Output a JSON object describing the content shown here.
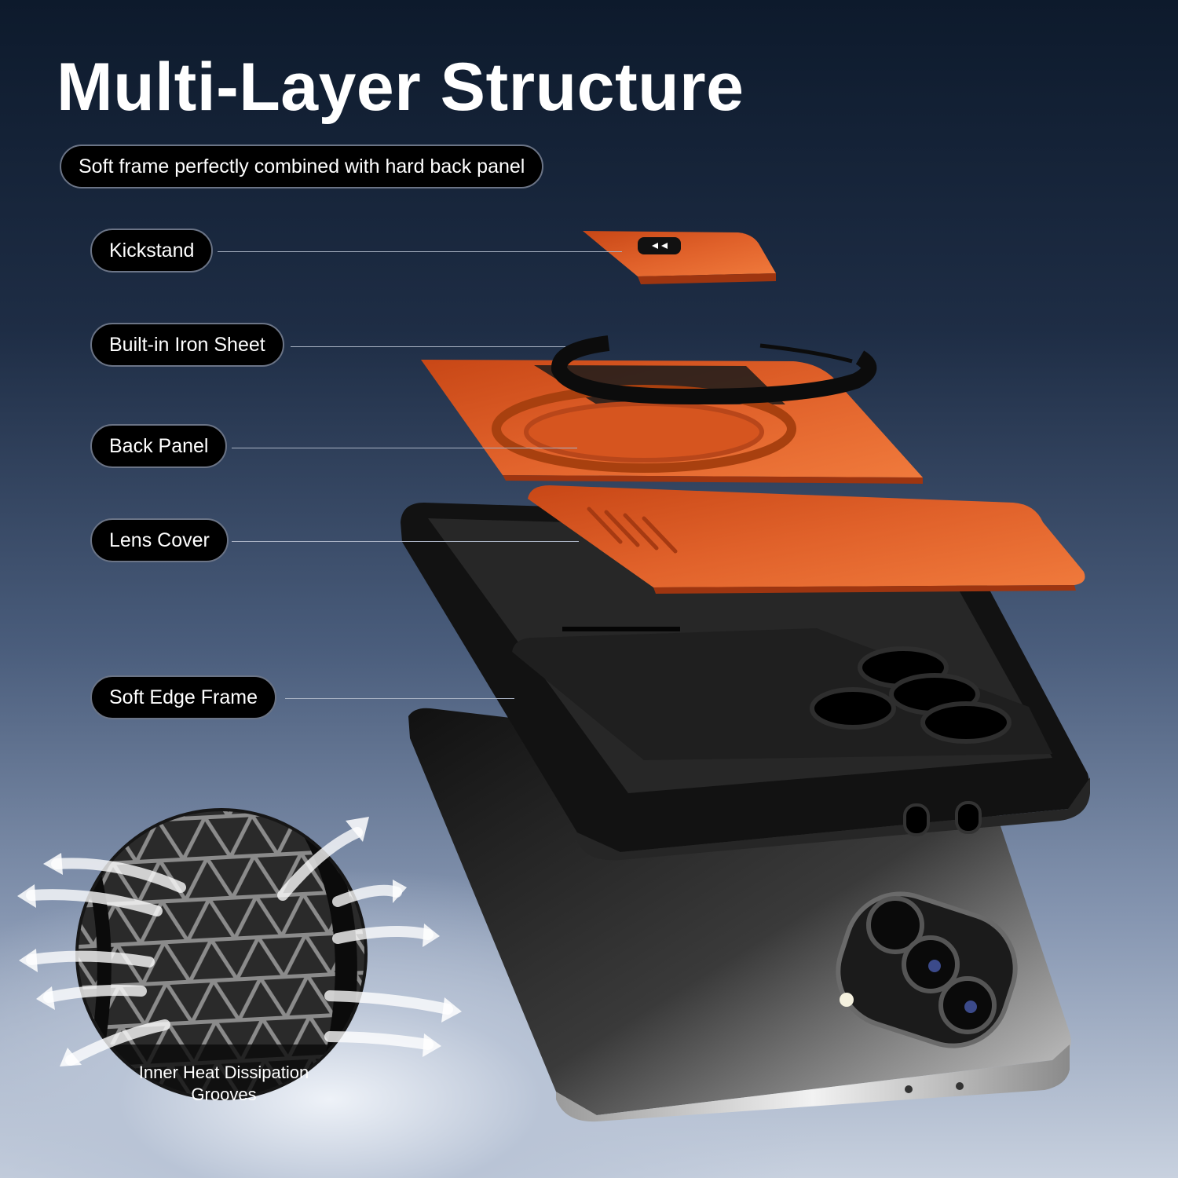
{
  "title": "Multi-Layer Structure",
  "subtitle": "Soft frame perfectly combined with hard back panel",
  "labels": {
    "kickstand": "Kickstand",
    "iron_sheet": "Built-in Iron Sheet",
    "back_panel": "Back Panel",
    "lens_cover": "Lens Cover",
    "soft_edge_frame": "Soft Edge Frame"
  },
  "heat_caption": {
    "line1": "Inner Heat Dissipation",
    "line2": "Grooves"
  },
  "colors": {
    "orange": "#d9531e",
    "frame_black": "#141414",
    "label_bg": "#000000",
    "text": "#ffffff"
  },
  "icons": [
    "kickstand-part",
    "magnetic-ring",
    "back-panel-part",
    "lens-cover-part",
    "soft-frame-part",
    "phone-body",
    "heat-arrow-icon",
    "triangle-grid-detail"
  ]
}
